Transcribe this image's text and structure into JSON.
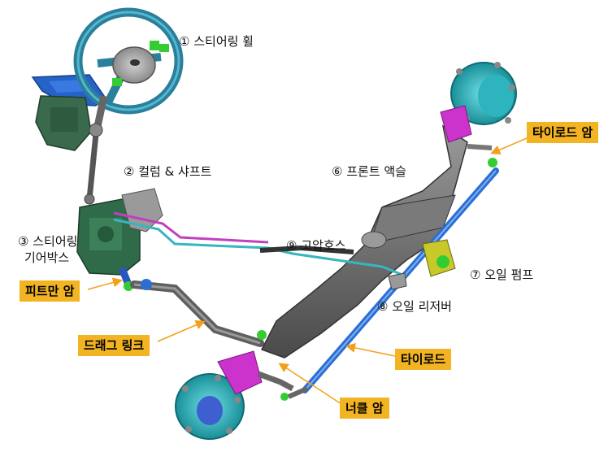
{
  "labels": {
    "steering_wheel": "① 스티어링 휠",
    "column_shaft": "② 컬럼 & 샤프트",
    "gearbox_line1": "③ 스티어링",
    "gearbox_line2": "기어박스",
    "front_axle": "⑥ 프론트 액슬",
    "oil_pump": "⑦ 오일 펌프",
    "oil_reservoir": "⑧ 오일 리저버",
    "high_pressure_hose": "⑨ 고압호스"
  },
  "callouts": {
    "tie_rod_arm": "타이로드 암",
    "pitman_arm": "피트만 암",
    "drag_link": "드래그 링크",
    "tie_rod": "타이로드",
    "knuckle_arm": "너클 암"
  },
  "colors": {
    "callout_bg": "#f3b423",
    "arrow": "#f3a018",
    "axle_gray": "#6b6b6b",
    "hub_cyan": "#1fa8b0",
    "knuckle_magenta": "#cc33cc",
    "gearbox_green": "#2f6b48",
    "tie_rod_blue": "#2b6fd4",
    "steering_wheel_teal": "#2a7f9a",
    "hose_cyan": "#35b6c0",
    "hose_magenta": "#c040c0"
  }
}
